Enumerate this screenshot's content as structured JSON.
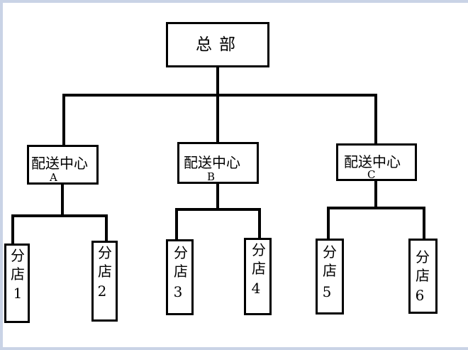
{
  "diagram": {
    "headquarters": "总部",
    "distribution_centers": [
      {
        "label": "配送中心",
        "sub": "A"
      },
      {
        "label": "配送中心",
        "sub": "B"
      },
      {
        "label": "配送中心",
        "sub": "C"
      }
    ],
    "stores": [
      {
        "label": "分店",
        "num": "1"
      },
      {
        "label": "分店",
        "num": "2"
      },
      {
        "label": "分店",
        "num": "3"
      },
      {
        "label": "分店",
        "num": "4"
      },
      {
        "label": "分店",
        "num": "5"
      },
      {
        "label": "分店",
        "num": "6"
      }
    ]
  }
}
